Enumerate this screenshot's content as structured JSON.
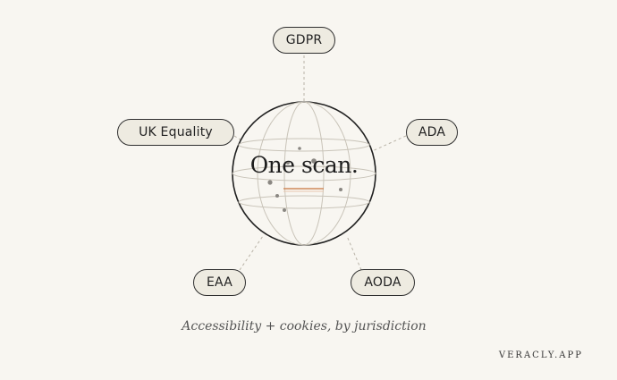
{
  "diagram": {
    "center_label": "One scan.",
    "nodes": [
      {
        "id": "gdpr",
        "label": "GDPR"
      },
      {
        "id": "uk-equality",
        "label": "UK Equality"
      },
      {
        "id": "ada",
        "label": "ADA"
      },
      {
        "id": "eaa",
        "label": "EAA"
      },
      {
        "id": "aoda",
        "label": "AODA"
      }
    ],
    "caption": "Accessibility + cookies, by jurisdiction"
  },
  "footer": {
    "brand": "VERACLY.APP"
  },
  "colors": {
    "background": "#f8f6f1",
    "pill_fill": "#eeebe1",
    "outline": "#2f2f2f",
    "accent": "#d08a5a"
  }
}
